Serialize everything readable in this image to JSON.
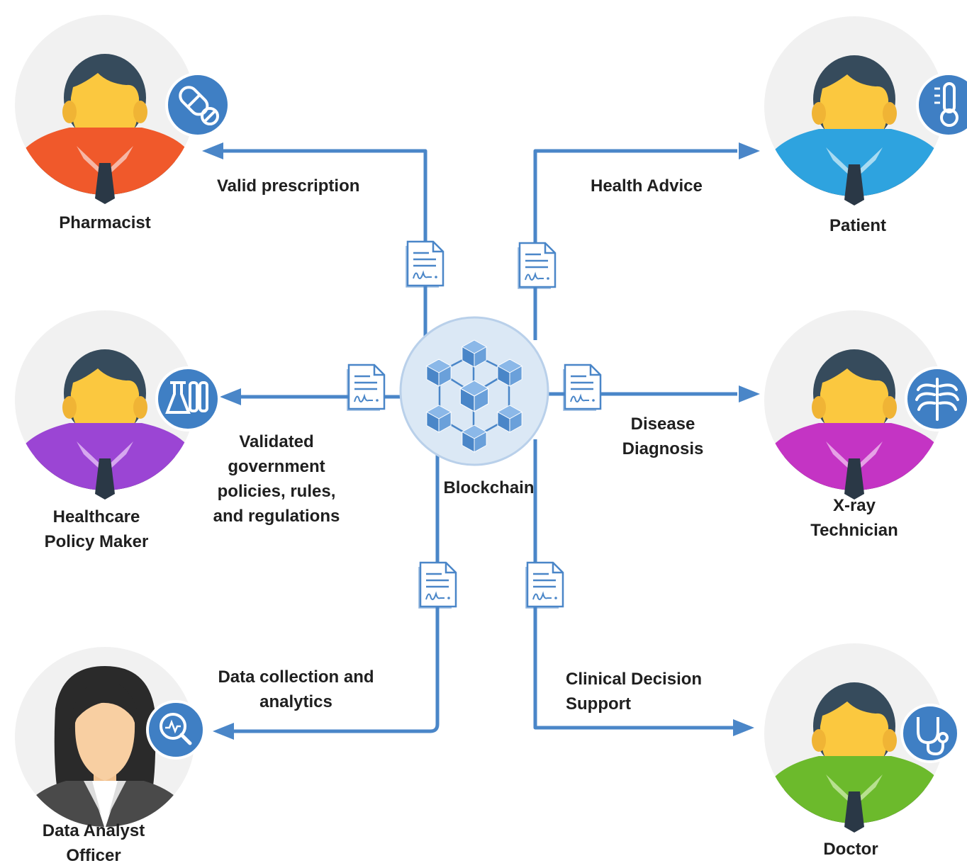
{
  "center": {
    "label": "Blockchain"
  },
  "actors": {
    "pharmacist": "Pharmacist",
    "patient": "Patient",
    "policy_maker": "Healthcare\nPolicy Maker",
    "xray_technician": "X-ray\nTechnician",
    "data_analyst": "Data Analyst\nOfficer",
    "doctor": "Doctor"
  },
  "flows": {
    "pharmacist": "Valid prescription",
    "patient": "Health Advice",
    "policy_maker": "Validated\ngovernment\npolicies, rules,\nand regulations",
    "xray_technician": "Disease\nDiagnosis",
    "data_analyst": "Data collection and\nanalytics",
    "doctor": "Clinical Decision\nSupport"
  },
  "icons": {
    "pharmacist": "pill-icon",
    "patient": "thermometer-icon",
    "policy_maker": "lab-flask-icon",
    "xray_technician": "ribcage-icon",
    "data_analyst": "analytics-search-icon",
    "doctor": "stethoscope-icon",
    "document": "signed-document-icon",
    "blockchain": "cube-network-icon"
  },
  "colors": {
    "line": "#4a86c8",
    "badge": "#3f7fc4",
    "face": "#fbc83f",
    "hair": "#364b5c",
    "shirt_pharmacist": "#f0592b",
    "shirt_patient": "#2ea3df",
    "shirt_policy_maker": "#9b45d4",
    "shirt_xray_technician": "#c434c4",
    "shirt_doctor": "#6cba2c",
    "suit_data_analyst": "#4a4a4a"
  }
}
